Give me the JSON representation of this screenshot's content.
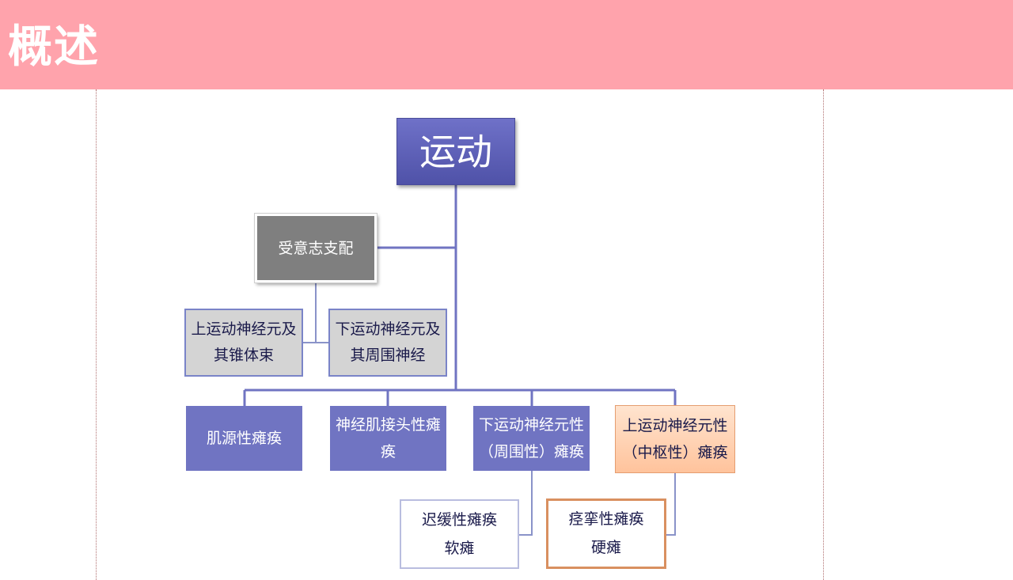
{
  "header": {
    "title": "概述"
  },
  "diagram": {
    "root": "运动",
    "voluntary": "受意志支配",
    "upper_tract": [
      "上运动神经元及",
      "其锥体束"
    ],
    "lower_nerve": [
      "下运动神经元及",
      "其周围神经"
    ],
    "categories": [
      {
        "lines": [
          "肌源性瘫痪"
        ]
      },
      {
        "lines": [
          "神经肌接头性瘫",
          "痪"
        ]
      },
      {
        "lines": [
          "下运动神经元性",
          "（周围性）瘫痪"
        ]
      },
      {
        "lines": [
          "上运动神经元性",
          "（中枢性）瘫痪"
        ]
      }
    ],
    "flaccid": {
      "type": "迟缓性瘫痪",
      "name": "软瘫"
    },
    "spastic": {
      "type": "痉挛性瘫痪",
      "name": "硬瘫"
    }
  },
  "colors": {
    "header_bg": "#ffa3ac",
    "connector": "#7074c2",
    "category_blue": "#7074c2",
    "category_orange": "#ffc39c"
  }
}
